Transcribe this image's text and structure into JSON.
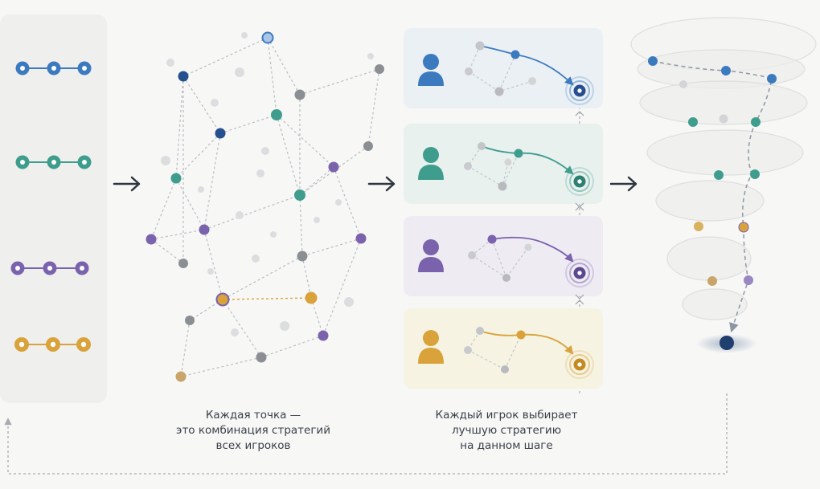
{
  "captions": {
    "network": [
      "Каждая точка —",
      "это комбинация стратегий",
      "всех игроков"
    ],
    "best_response": [
      "Каждый игрок выбирает",
      "лучшую стратегию",
      "на данном шаге"
    ]
  },
  "players": [
    {
      "id": "blue",
      "color": "#3c7abf",
      "tint": "#eaf0f4"
    },
    {
      "id": "teal",
      "color": "#3f9d8e",
      "tint": "#e8f1ee"
    },
    {
      "id": "purple",
      "color": "#7a62ad",
      "tint": "#eeebf3"
    },
    {
      "id": "gold",
      "color": "#d9a23a",
      "tint": "#f6f3e2"
    }
  ],
  "colors": {
    "node_gray": "#8b8e93",
    "node_light": "#d3d4d6",
    "equilibrium": "#1f3f6e",
    "arrow": "#2f3640",
    "dashed": "#a8abb0",
    "panel": "#efefee"
  },
  "icons": [
    "arrow-right-icon",
    "person-icon",
    "target-icon",
    "feedback-loop-arrow-icon"
  ]
}
